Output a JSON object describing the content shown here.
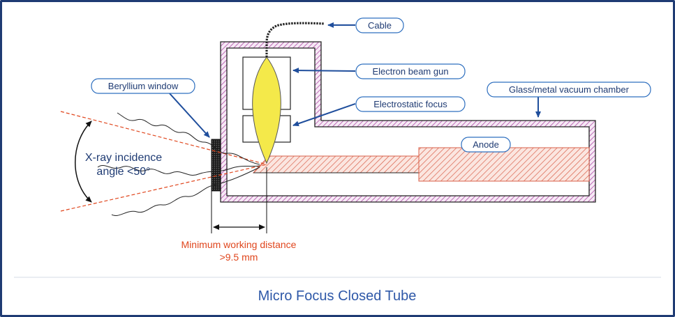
{
  "labels": {
    "cable": "Cable",
    "electron_beam_gun": "Electron beam gun",
    "electrostatic_focus": "Electrostatic focus",
    "beryllium_window": "Beryllium window",
    "vacuum_chamber": "Glass/metal vacuum chamber",
    "anode": "Anode",
    "xray_angle_line1": "X-ray incidence",
    "xray_angle_line2": "angle <50°",
    "working_distance_line1": "Minimum working distance",
    "working_distance_line2": ">9.5 mm"
  },
  "caption": "Micro Focus Closed Tube",
  "colors": {
    "frame": "#1f3b73",
    "label_text": "#1f3b73",
    "callout_border": "#2e6fbf",
    "chamber_hatch": "#b04ea8",
    "anode_hatch": "#d9604a",
    "beam": "#f4e94a",
    "xray_dash": "#e0461d"
  }
}
